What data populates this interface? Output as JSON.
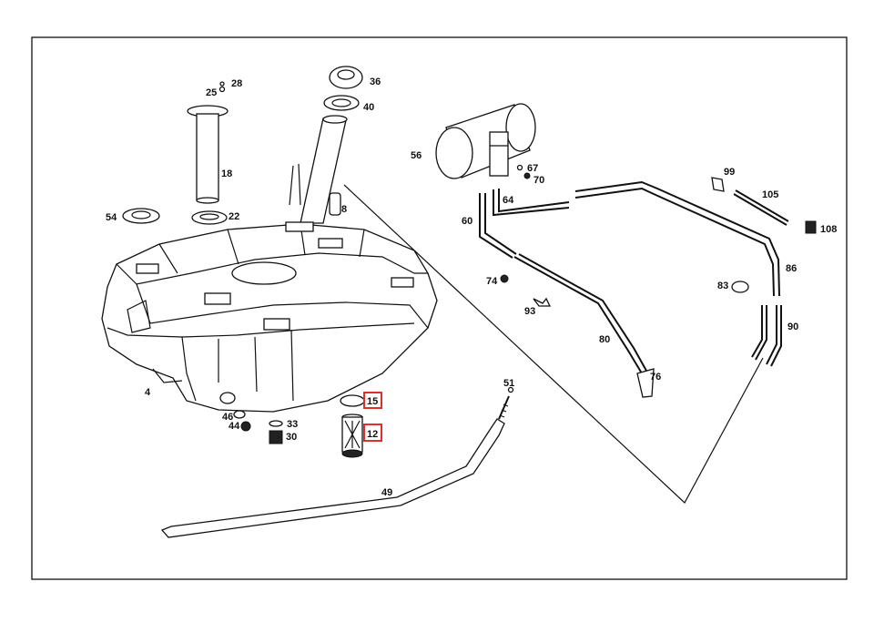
{
  "labels": {
    "p28": "28",
    "p25": "25",
    "p36": "36",
    "p40": "40",
    "p18": "18",
    "p54": "54",
    "p22": "22",
    "p8": "8",
    "p56": "56",
    "p67": "67",
    "p70": "70",
    "p64": "64",
    "p60": "60",
    "p99": "99",
    "p105": "105",
    "p108": "108",
    "p86": "86",
    "p83": "83",
    "p74": "74",
    "p93": "93",
    "p90": "90",
    "p80": "80",
    "p76": "76",
    "p4": "4",
    "p51": "51",
    "p15": "15",
    "p46": "46",
    "p44": "44",
    "p33": "33",
    "p30": "30",
    "p12": "12",
    "p49": "49"
  },
  "highlight_color": "#e0302a"
}
